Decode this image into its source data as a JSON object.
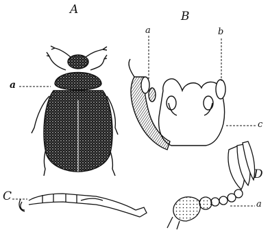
{
  "figures": {
    "A": "A",
    "B": "B",
    "C": "C",
    "D": "D"
  },
  "callouts": {
    "A_a": "a",
    "B_a": "a",
    "B_b": "b",
    "B_c": "c",
    "D_a": "a"
  },
  "palette": {
    "ink": "#111111",
    "paper": "#ffffff"
  }
}
